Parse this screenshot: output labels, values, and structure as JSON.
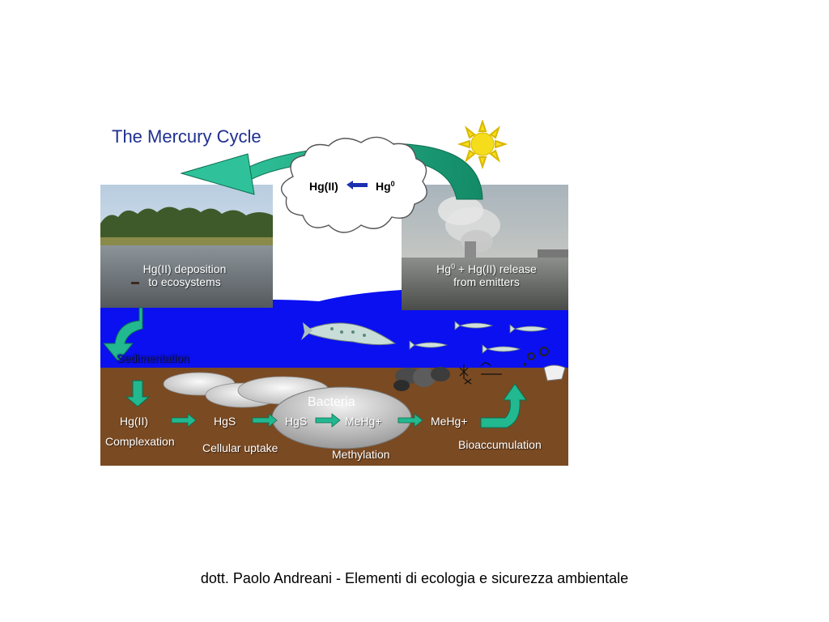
{
  "diagram": {
    "title": "The Mercury Cycle",
    "cloud": {
      "left": "Hg(II)",
      "right_base": "Hg",
      "right_sup": "0"
    },
    "deposition": {
      "line1": "Hg(II) deposition",
      "line2": "to ecosystems"
    },
    "release": {
      "line1_base": "Hg",
      "line1_sup": "0",
      "line1_rest": " + Hg(II) release",
      "line2": "from emitters"
    },
    "sedimentation": "Sedimentation",
    "bacteria": "Bacteria",
    "chain": [
      "Hg(II)",
      "HgS",
      "HgS",
      "MeHg+",
      "MeHg+"
    ],
    "processes": {
      "complexation": "Complexation",
      "cellular_uptake": "Cellular uptake",
      "methylation": "Methylation",
      "bioaccumulation": "Bioaccumulation"
    },
    "colors": {
      "water": "#0a10f0",
      "sediment": "#7a4a22",
      "arrow_green": "#22b890",
      "title_blue": "#1f2f8f",
      "sun": "#f6dd1c"
    }
  },
  "footer": "dott. Paolo Andreani - Elementi di ecologia e sicurezza ambientale"
}
